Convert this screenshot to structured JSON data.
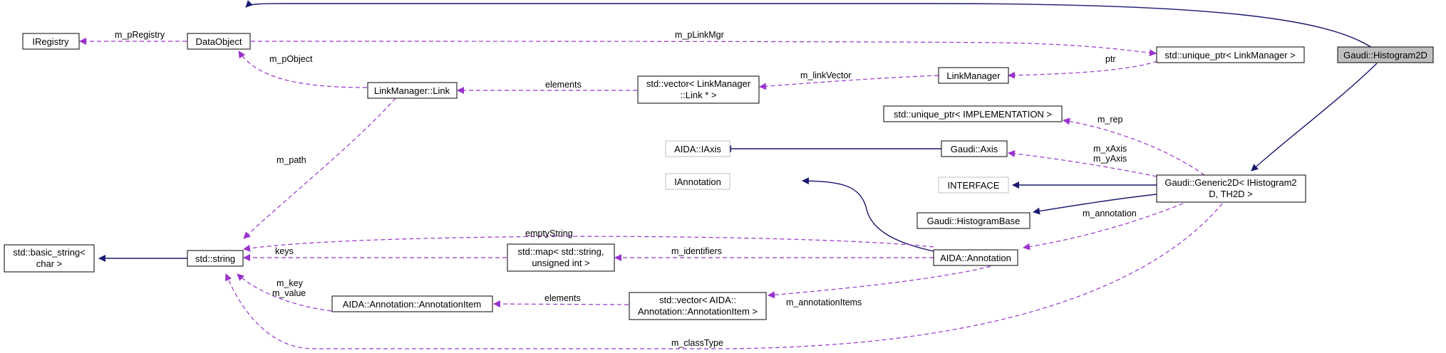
{
  "nodes": {
    "histogram2d": {
      "lines": [
        "Gaudi::Histogram2D"
      ]
    },
    "dataobject": {
      "lines": [
        "DataObject"
      ]
    },
    "iregistry": {
      "lines": [
        "IRegistry"
      ]
    },
    "unique_ptr_linkmanager": {
      "lines": [
        "std::unique_ptr< LinkManager >"
      ]
    },
    "linkmanager": {
      "lines": [
        "LinkManager"
      ]
    },
    "linkmanager_link": {
      "lines": [
        "LinkManager::Link"
      ]
    },
    "vector_link": {
      "lines": [
        "std::vector< LinkManager",
        "::Link * >"
      ]
    },
    "unique_ptr_impl": {
      "lines": [
        "std::unique_ptr< IMPLEMENTATION >"
      ]
    },
    "aida_iaxis": {
      "lines": [
        "AIDA::IAxis"
      ]
    },
    "gaudi_axis": {
      "lines": [
        "Gaudi::Axis"
      ]
    },
    "ihistogram": {
      "lines": [
        "Gaudi::Generic2D< IHistogram2",
        "D, TH2D >"
      ]
    },
    "iannotation": {
      "lines": [
        "IAnnotation"
      ]
    },
    "interface": {
      "lines": [
        "INTERFACE"
      ]
    },
    "histogrambase": {
      "lines": [
        "Gaudi::HistogramBase"
      ]
    },
    "basic_string": {
      "lines": [
        "std::basic_string<",
        "char >"
      ]
    },
    "std_string": {
      "lines": [
        "std::string"
      ]
    },
    "std_map": {
      "lines": [
        "std::map< std::string,",
        "unsigned int >"
      ]
    },
    "aida_annotation": {
      "lines": [
        "AIDA::Annotation"
      ]
    },
    "annotation_item": {
      "lines": [
        "AIDA::Annotation::AnnotationItem"
      ]
    },
    "vector_items": {
      "lines": [
        "std::vector< AIDA::",
        "Annotation::AnnotationItem >"
      ]
    }
  },
  "edge_labels": {
    "m_pRegistry": "m_pRegistry",
    "m_pLinkMgr": "m_pLinkMgr",
    "m_pObject": "m_pObject",
    "ptr": "ptr",
    "m_linkVector": "m_linkVector",
    "elements_links": "elements",
    "m_path": "m_path",
    "m_rep": "m_rep",
    "m_xAxis": "m_xAxis",
    "m_yAxis": "m_yAxis",
    "m_annotation": "m_annotation",
    "emptyString": "emptyString",
    "keys": "keys",
    "m_identifiers": "m_identifiers",
    "m_annotationItems": "m_annotationItems",
    "m_key": "m_key",
    "m_value": "m_value",
    "elements_items": "elements",
    "m_classType": "m_classType"
  },
  "colors": {
    "inheritance": "#191970",
    "usage": "#9a32cd",
    "highlight_fill": "#bfbfbf",
    "external_border": "#bfbfbf",
    "node_border": "#000000"
  }
}
